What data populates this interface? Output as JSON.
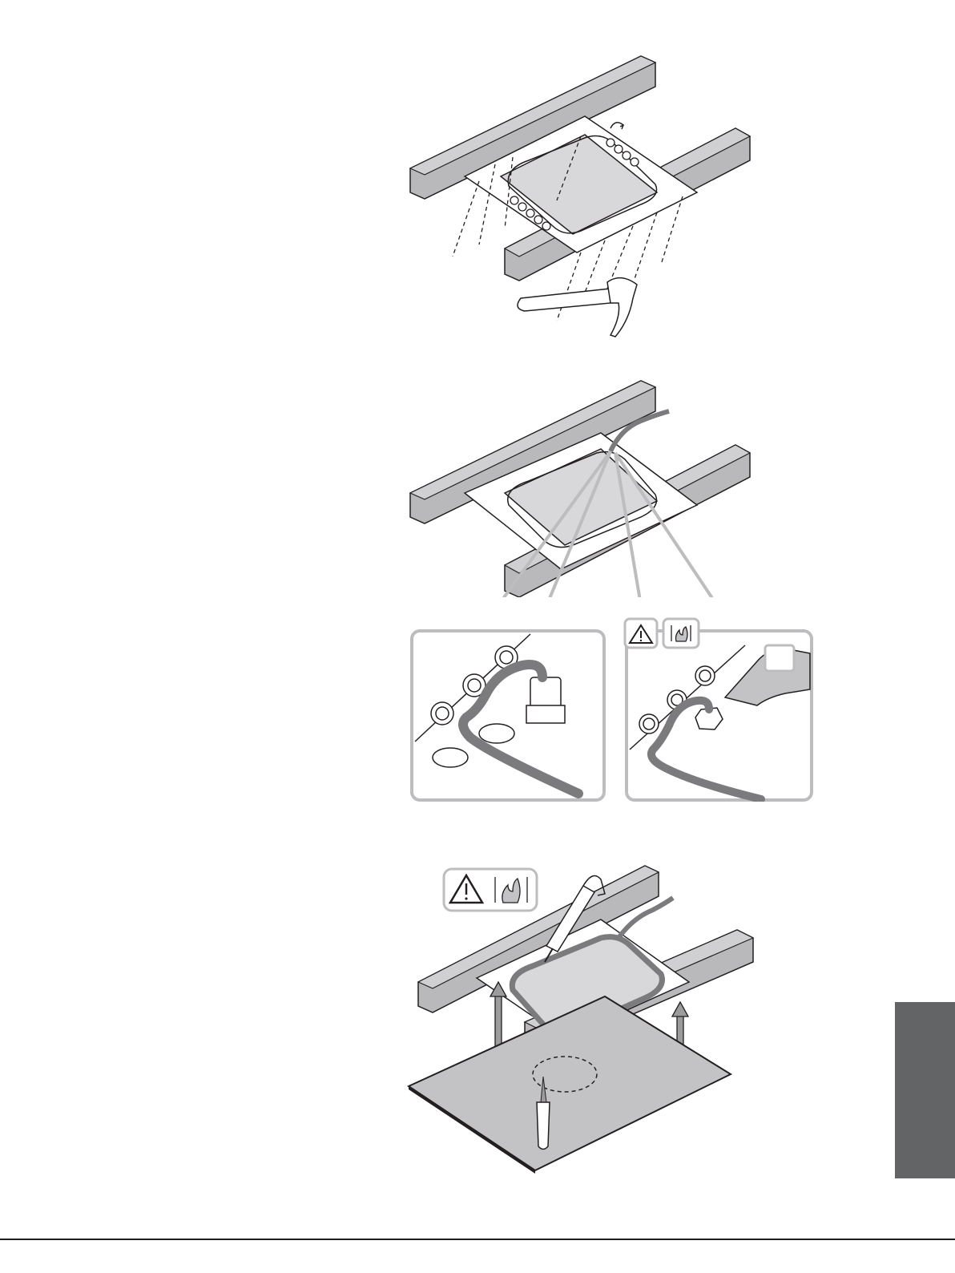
{
  "colors": {
    "beam": "#b9b9bb",
    "beam_dark": "#9c9c9e",
    "plate": "#ffffff",
    "heater": "#d8d8da",
    "cable": "#7b7b7d",
    "outline": "#231f20",
    "callout_border": "#bdbdbf",
    "ceiling_panel": "#c3c3c5",
    "side_tab": "#636466"
  },
  "steps": [
    {
      "id": "step-1",
      "tool": "hammer-icon",
      "action": "nail-mounting-plate-to-joists"
    },
    {
      "id": "step-2",
      "detail_left": "cable-gland-detail",
      "detail_right": "seal-cable-gland-detail",
      "warnings": [
        "warning-icon",
        "fire-icon"
      ]
    },
    {
      "id": "step-3",
      "tool": "caulking-gun-icon",
      "secondary_tool": "utility-knife-icon",
      "warnings": [
        "warning-icon",
        "fire-icon"
      ]
    }
  ]
}
